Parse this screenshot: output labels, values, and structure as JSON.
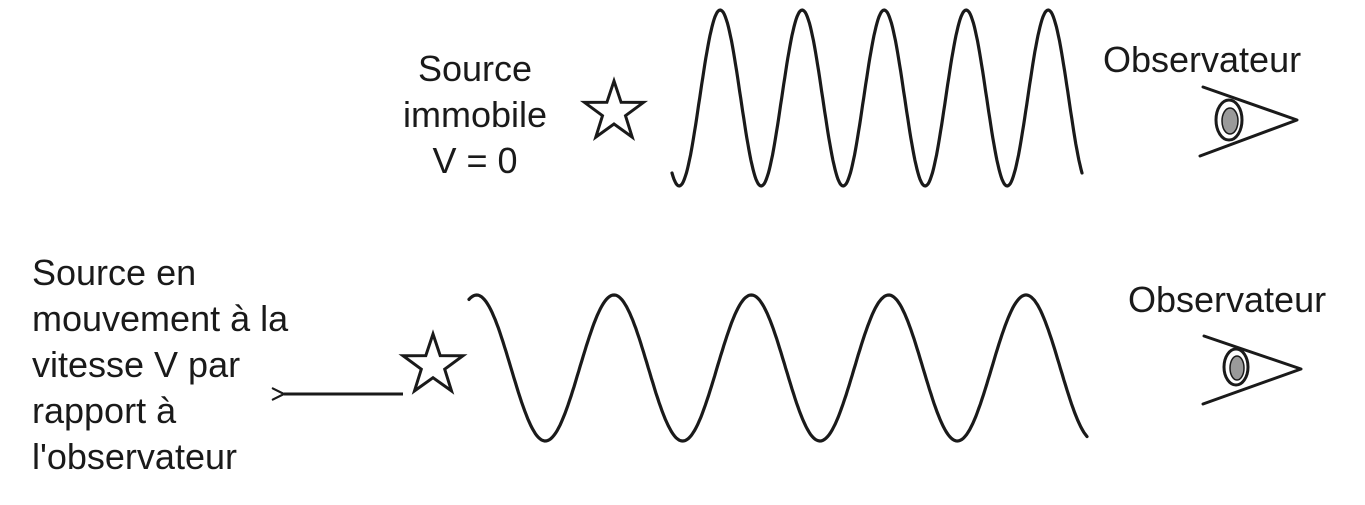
{
  "top": {
    "source_label": [
      "Source",
      "immobile",
      "V = 0"
    ],
    "observer_label": "Observateur",
    "wave_cycles": 5,
    "star_icon": "star-icon",
    "eye_icon": "eye-icon"
  },
  "bottom": {
    "source_label": [
      "Source en",
      "mouvement à la",
      "vitesse V par",
      "rapport à",
      "l'observateur"
    ],
    "observer_label": "Observateur",
    "wave_cycles": 4.5,
    "star_icon": "star-icon",
    "eye_icon": "eye-icon",
    "arrow_icon": "arrow-left-icon"
  },
  "colors": {
    "stroke": "#1a1a1a",
    "pupil": "#9a9a9a",
    "background": "#ffffff"
  }
}
